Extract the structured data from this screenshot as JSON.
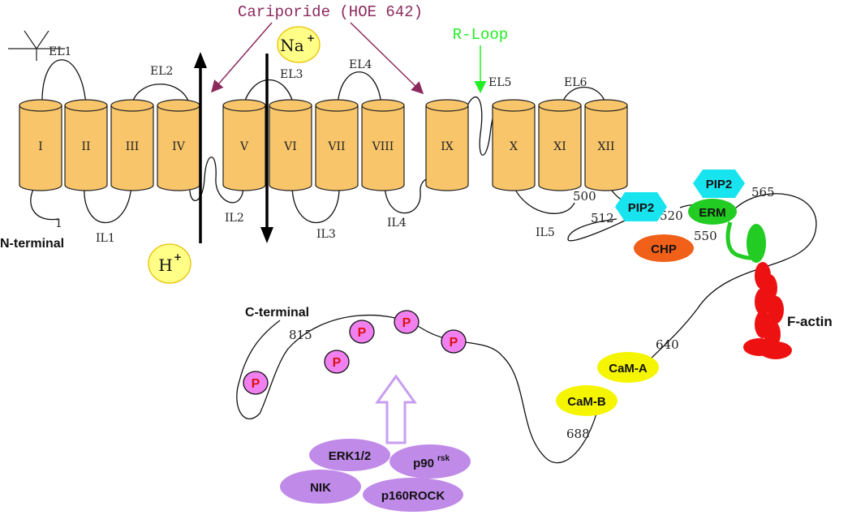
{
  "colors": {
    "helix": "#f8c56b",
    "helix_stroke": "#222222",
    "cariporide": "#8b2a5c",
    "rloop": "#22ee22",
    "pip2": "#18e4f0",
    "erm": "#22cc22",
    "chp": "#f06018",
    "factin": "#ee1111",
    "cam": "#f5f500",
    "phospho": "#f080f0",
    "phospho_text": "#dd1111",
    "kinase": "#c08ae8",
    "up_arrow": "#c89ef0",
    "ion": "#ffff88",
    "ion_stroke": "#e8c000"
  },
  "drug": {
    "label": "Cariporide (HOE 642)"
  },
  "rloop": {
    "label": "R-Loop"
  },
  "ions": {
    "na": {
      "base": "Na",
      "sup": "+"
    },
    "h": {
      "base": "H",
      "sup": "+"
    }
  },
  "helices": [
    "I",
    "II",
    "III",
    "IV",
    "V",
    "VI",
    "VII",
    "VIII",
    "IX",
    "X",
    "XI",
    "XII"
  ],
  "extracellular_loops": [
    "EL1",
    "EL2",
    "EL3",
    "EL4",
    "EL5",
    "EL6"
  ],
  "intracellular_loops": [
    "IL1",
    "IL2",
    "IL3",
    "IL4",
    "IL5"
  ],
  "termini": {
    "n": "N-terminal",
    "c": "C-terminal"
  },
  "residues": {
    "r1": "1",
    "r500": "500",
    "r512": "512",
    "r520": "520",
    "r550": "550",
    "r565": "565",
    "r640": "640",
    "r688": "688",
    "r815": "815"
  },
  "proteins": {
    "pip2_left": "PIP2",
    "pip2_right": "PIP2",
    "erm": "ERM",
    "chp": "CHP",
    "factin": "F-actin",
    "cam_a": "CaM-A",
    "cam_b": "CaM-B"
  },
  "phospho_label": "P",
  "kinases": {
    "erk": "ERK1/2",
    "p90": {
      "base": "p90",
      "sup": "rsk"
    },
    "nik": "NIK",
    "rock": "p160ROCK"
  }
}
